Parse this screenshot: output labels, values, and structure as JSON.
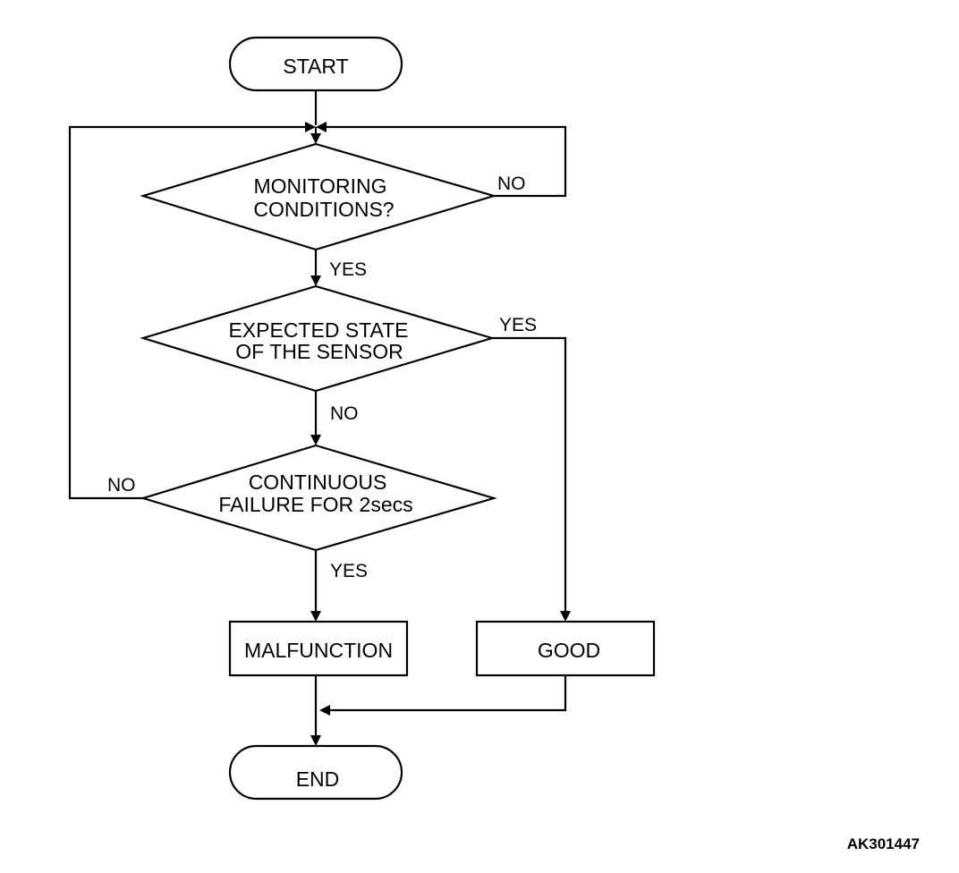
{
  "nodes": {
    "start": {
      "label": "START"
    },
    "monitoring_conditions": {
      "line1": "MONITORING",
      "line2": "CONDITIONS?"
    },
    "expected_state": {
      "line1": "EXPECTED STATE",
      "line2": "OF THE SENSOR"
    },
    "continuous_failure": {
      "line1": "CONTINUOUS",
      "line2": "FAILURE FOR 2secs"
    },
    "malfunction": {
      "label": "MALFUNCTION"
    },
    "good": {
      "label": "GOOD"
    },
    "end": {
      "label": "END"
    }
  },
  "edges": {
    "monitoring_no": "NO",
    "monitoring_yes": "YES",
    "expected_yes": "YES",
    "expected_no": "NO",
    "failure_no": "NO",
    "failure_yes": "YES"
  },
  "figure_id": "AK301447"
}
